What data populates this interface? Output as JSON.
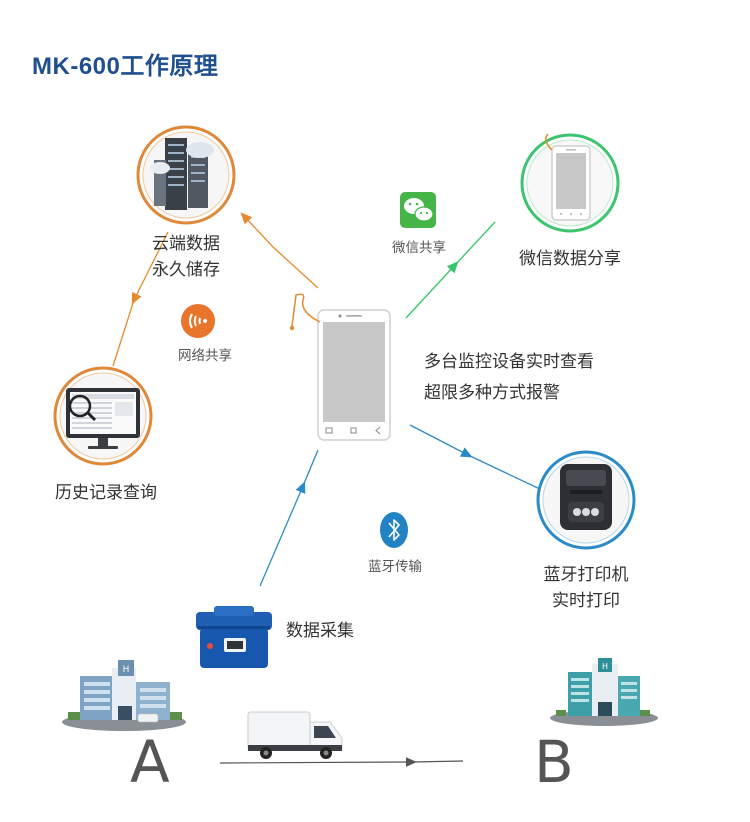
{
  "title": "MK-600工作原理",
  "nodes": {
    "cloud": {
      "line1": "云端数据",
      "line2": "永久储存"
    },
    "wechat": {
      "label": "微信数据分享"
    },
    "history": {
      "label": "历史记录查询"
    },
    "printer": {
      "line1": "蓝牙打印机",
      "line2": "实时打印"
    }
  },
  "links": {
    "wechat_share": "微信共享",
    "network_share": "网络共享",
    "bluetooth": "蓝牙传输",
    "data_collect": "数据采集"
  },
  "features": {
    "line1": "多台监控设备实时查看",
    "line2": "超限多种方式报警"
  },
  "route": {
    "from": "A",
    "to": "B"
  },
  "colors": {
    "title": "#1f4f8f",
    "orange": "#e58a2e",
    "green": "#37c46a",
    "blue": "#2b8bc6"
  }
}
